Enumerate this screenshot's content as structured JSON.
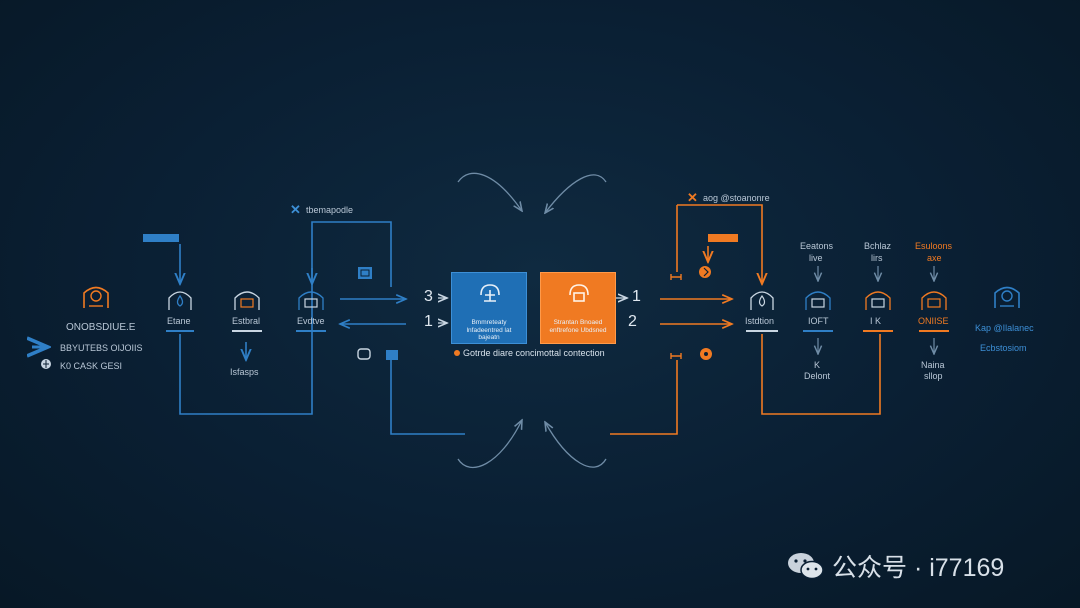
{
  "colors": {
    "blue": "#2f7fc6",
    "orange": "#f07a22",
    "background": "#0a1f33",
    "line_dim": "#6f8ca6"
  },
  "left_panel": {
    "title": "ONOBSDIUE.E",
    "legend": [
      {
        "icon": "arrow-right-icon",
        "text": "BBYUTEBS OIJOIIS"
      },
      {
        "icon": "globe-icon",
        "text": "K0 CASK GESI"
      }
    ]
  },
  "blue_group": {
    "header": "tbemapodle",
    "tag": "",
    "nodes": [
      {
        "label": "Etane",
        "icon": "drop-icon"
      },
      {
        "label": "Estbral",
        "icon": "arch-icon"
      },
      {
        "label": "Evdtve",
        "icon": "briefcase-icon"
      }
    ],
    "below_label": "Isfasps"
  },
  "center": {
    "blue_box_text": "Bmmreteaty lnfadeentred lat bajeatn",
    "orange_box_text": "Strantan Bnoaed enftrefone Ubdsned",
    "caption": "Gotrde diare concimottal contection",
    "left_numbers": [
      "3",
      "1"
    ],
    "right_numbers": [
      "1",
      "2"
    ]
  },
  "orange_group": {
    "header": "aog @stoanonre",
    "tag": "",
    "node_label": "Istdtion",
    "columns": [
      {
        "top": [
          "Eeatons",
          "live"
        ],
        "label": "IOFT",
        "bottom": [
          "K",
          "Delont"
        ]
      },
      {
        "top": [
          "Bchlaz",
          "lirs"
        ],
        "label": "I K",
        "bottom": []
      },
      {
        "top": [
          "Esuloons",
          "axe"
        ],
        "label": "ONIISE",
        "bottom": [
          "Naina",
          "sllop"
        ]
      }
    ]
  },
  "right_panel": {
    "title": "Kap @Ilalanec",
    "subtitle": "Ecbstosiom"
  },
  "watermark": {
    "text": "公众号 · i77169"
  }
}
